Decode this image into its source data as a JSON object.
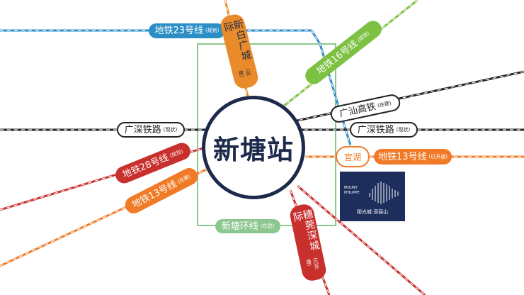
{
  "station": {
    "name": "新塘站"
  },
  "interchange": {
    "name": "官湖"
  },
  "lines": {
    "metro23": {
      "name": "地铁23号线",
      "status": "(规划)",
      "color": "#2b8fc6"
    },
    "xinbai": {
      "name": "新白广城际",
      "status": "(在建)",
      "color": "#e98b2a"
    },
    "metro16": {
      "name": "地铁16号线",
      "status": "(规划)",
      "color": "#7dc142"
    },
    "guangshan": {
      "name": "广汕高铁",
      "status": "(在建)",
      "color": "#222222"
    },
    "gs_left": {
      "name": "广深铁路",
      "status": "(现状)",
      "color": "#222222"
    },
    "gs_right": {
      "name": "广深铁路",
      "status": "(现状)",
      "color": "#222222"
    },
    "metro13": {
      "name": "地铁13号线",
      "status": "(已开通)",
      "color": "#f07a26"
    },
    "metro28": {
      "name": "地铁28号线",
      "status": "(规划)",
      "color": "#c8302d"
    },
    "metro13b": {
      "name": "地铁13号线",
      "status": "(在建)",
      "color": "#f07a26"
    },
    "huanxian": {
      "name": "新塘环线",
      "status": "(在建)",
      "color": "#8cc78f"
    },
    "suiguan": {
      "name": "穗莞深城际",
      "status": "(已开通)",
      "color": "#c8302d"
    }
  },
  "logo": {
    "en_line1": "MOUNT",
    "en_line2": "PHILIPPE",
    "cn": "阳光城·添丽山",
    "color": "#1d2d5c"
  }
}
